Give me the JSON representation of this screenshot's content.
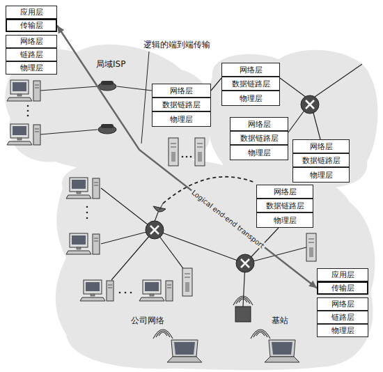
{
  "diagram": {
    "nodes": [
      {
        "text": [
          "应用层"
        ]
      },
      {
        "text": [
          "传输层"
        ]
      },
      {
        "text": [
          "网络层"
        ]
      },
      {
        "text": [
          "链路层"
        ]
      },
      {
        "text": [
          "物理层"
        ]
      },
      {
        "text": [
          "网络层"
        ]
      },
      {
        "text": [
          "数据链路层"
        ]
      },
      {
        "text": [
          "物理层"
        ]
      },
      {
        "text": [
          "网络层"
        ]
      },
      {
        "text": [
          "数据链路层"
        ]
      },
      {
        "text": [
          "物理层"
        ]
      },
      {
        "text": [
          "网络层"
        ]
      },
      {
        "text": [
          "数据链路层"
        ]
      },
      {
        "text": [
          "物理层"
        ]
      },
      {
        "text": [
          "网络层"
        ]
      },
      {
        "text": [
          "数据链路层"
        ]
      },
      {
        "text": [
          "物理层"
        ]
      },
      {
        "text": [
          "网络层"
        ]
      },
      {
        "text": [
          "数据链路层"
        ]
      },
      {
        "text": [
          "物理层"
        ]
      },
      {
        "text": [
          "应用层"
        ]
      },
      {
        "text": [
          "传输层"
        ]
      },
      {
        "text": [
          "网络层"
        ]
      },
      {
        "text": [
          "链路层"
        ]
      },
      {
        "text": [
          "物理层"
        ]
      }
    ],
    "edges": [
      {
        "from": 1,
        "to": 21,
        "arrow": "both",
        "label": "Logical end-end transport"
      }
    ],
    "labels": [
      "局域ISP",
      "逻辑的端到端传输",
      "公司网络",
      "基站"
    ]
  }
}
